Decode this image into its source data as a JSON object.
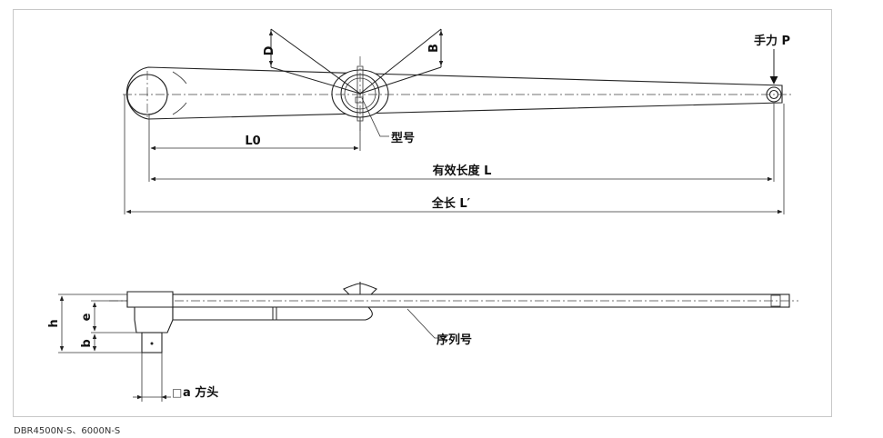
{
  "labels": {
    "D": "D",
    "B": "B",
    "L0": "L0",
    "effective_length": "有效长度 L",
    "total_length": "全长 L′",
    "model_number": "型号",
    "handle_force": "手力 P",
    "serial_number": "序列号",
    "h": "h",
    "e": "e",
    "b": "b",
    "square_drive_box": "□",
    "square_drive": "a  方头"
  },
  "caption": "DBR4500N-S、6000N-S"
}
